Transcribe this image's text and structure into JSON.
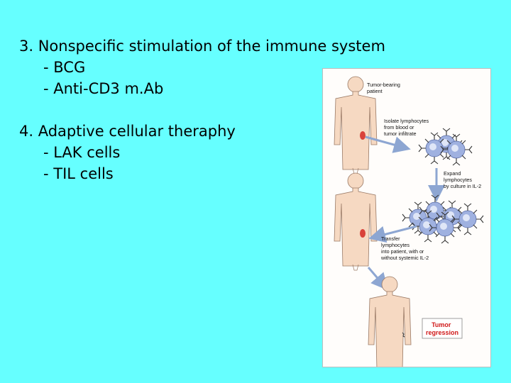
{
  "slide": {
    "item3": {
      "heading": "3. Nonspecific stimulation of the immune system",
      "bullets": [
        "- BCG",
        "- Anti-CD3 m.Ab"
      ]
    },
    "item4": {
      "heading": "4. Adaptive cellular theraphy",
      "bullets": [
        "- LAK cells",
        "- TIL cells"
      ]
    }
  },
  "figure": {
    "label_patient": [
      "Tumor-bearing",
      "patient"
    ],
    "label_isolate": [
      "Isolate lymphocytes",
      "from blood or",
      "tumor infiltrate"
    ],
    "label_expand": [
      "Expand",
      "lymphocytes",
      "by culture in IL-2"
    ],
    "label_transfer": [
      "Transfer",
      "lymphocytes",
      "into patient, with or",
      "without systemic IL-2"
    ],
    "label_result": [
      "Tumor",
      "regression"
    ],
    "colors": {
      "skin": "#f6d9c2",
      "outline": "#9a7a66",
      "tumor": "#d9423a",
      "cell": "#9fb1e0",
      "arrow": "#8da6d2",
      "result": "#d01818"
    }
  }
}
